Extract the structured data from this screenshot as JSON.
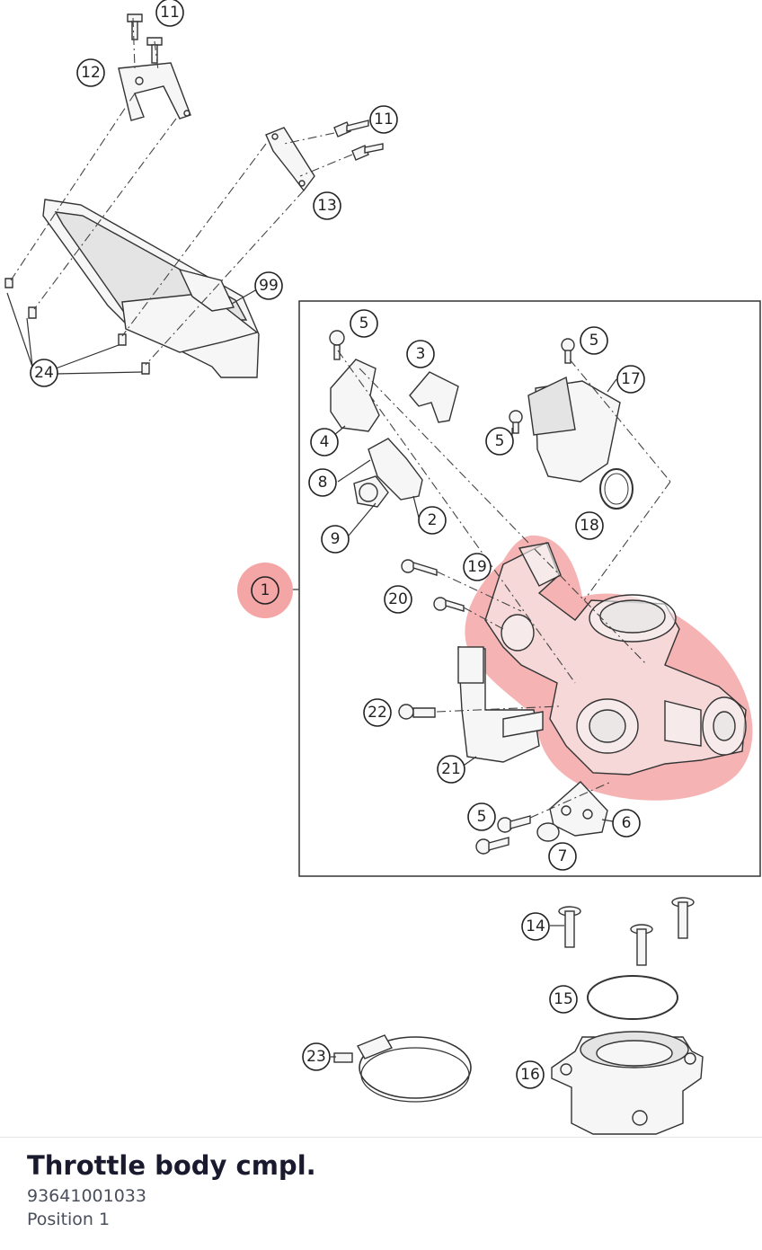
{
  "diagram": {
    "highlight_color": "#f4a6a6",
    "selected_callout": "1",
    "callouts": [
      "11",
      "12",
      "11",
      "13",
      "99",
      "24",
      "5",
      "3",
      "5",
      "17",
      "4",
      "5",
      "8",
      "2",
      "9",
      "18",
      "19",
      "1",
      "20",
      "22",
      "21",
      "5",
      "6",
      "7",
      "14",
      "15",
      "23",
      "16"
    ]
  },
  "part": {
    "title": "Throttle body cmpl.",
    "number": "93641001033",
    "position": "Position 1"
  }
}
